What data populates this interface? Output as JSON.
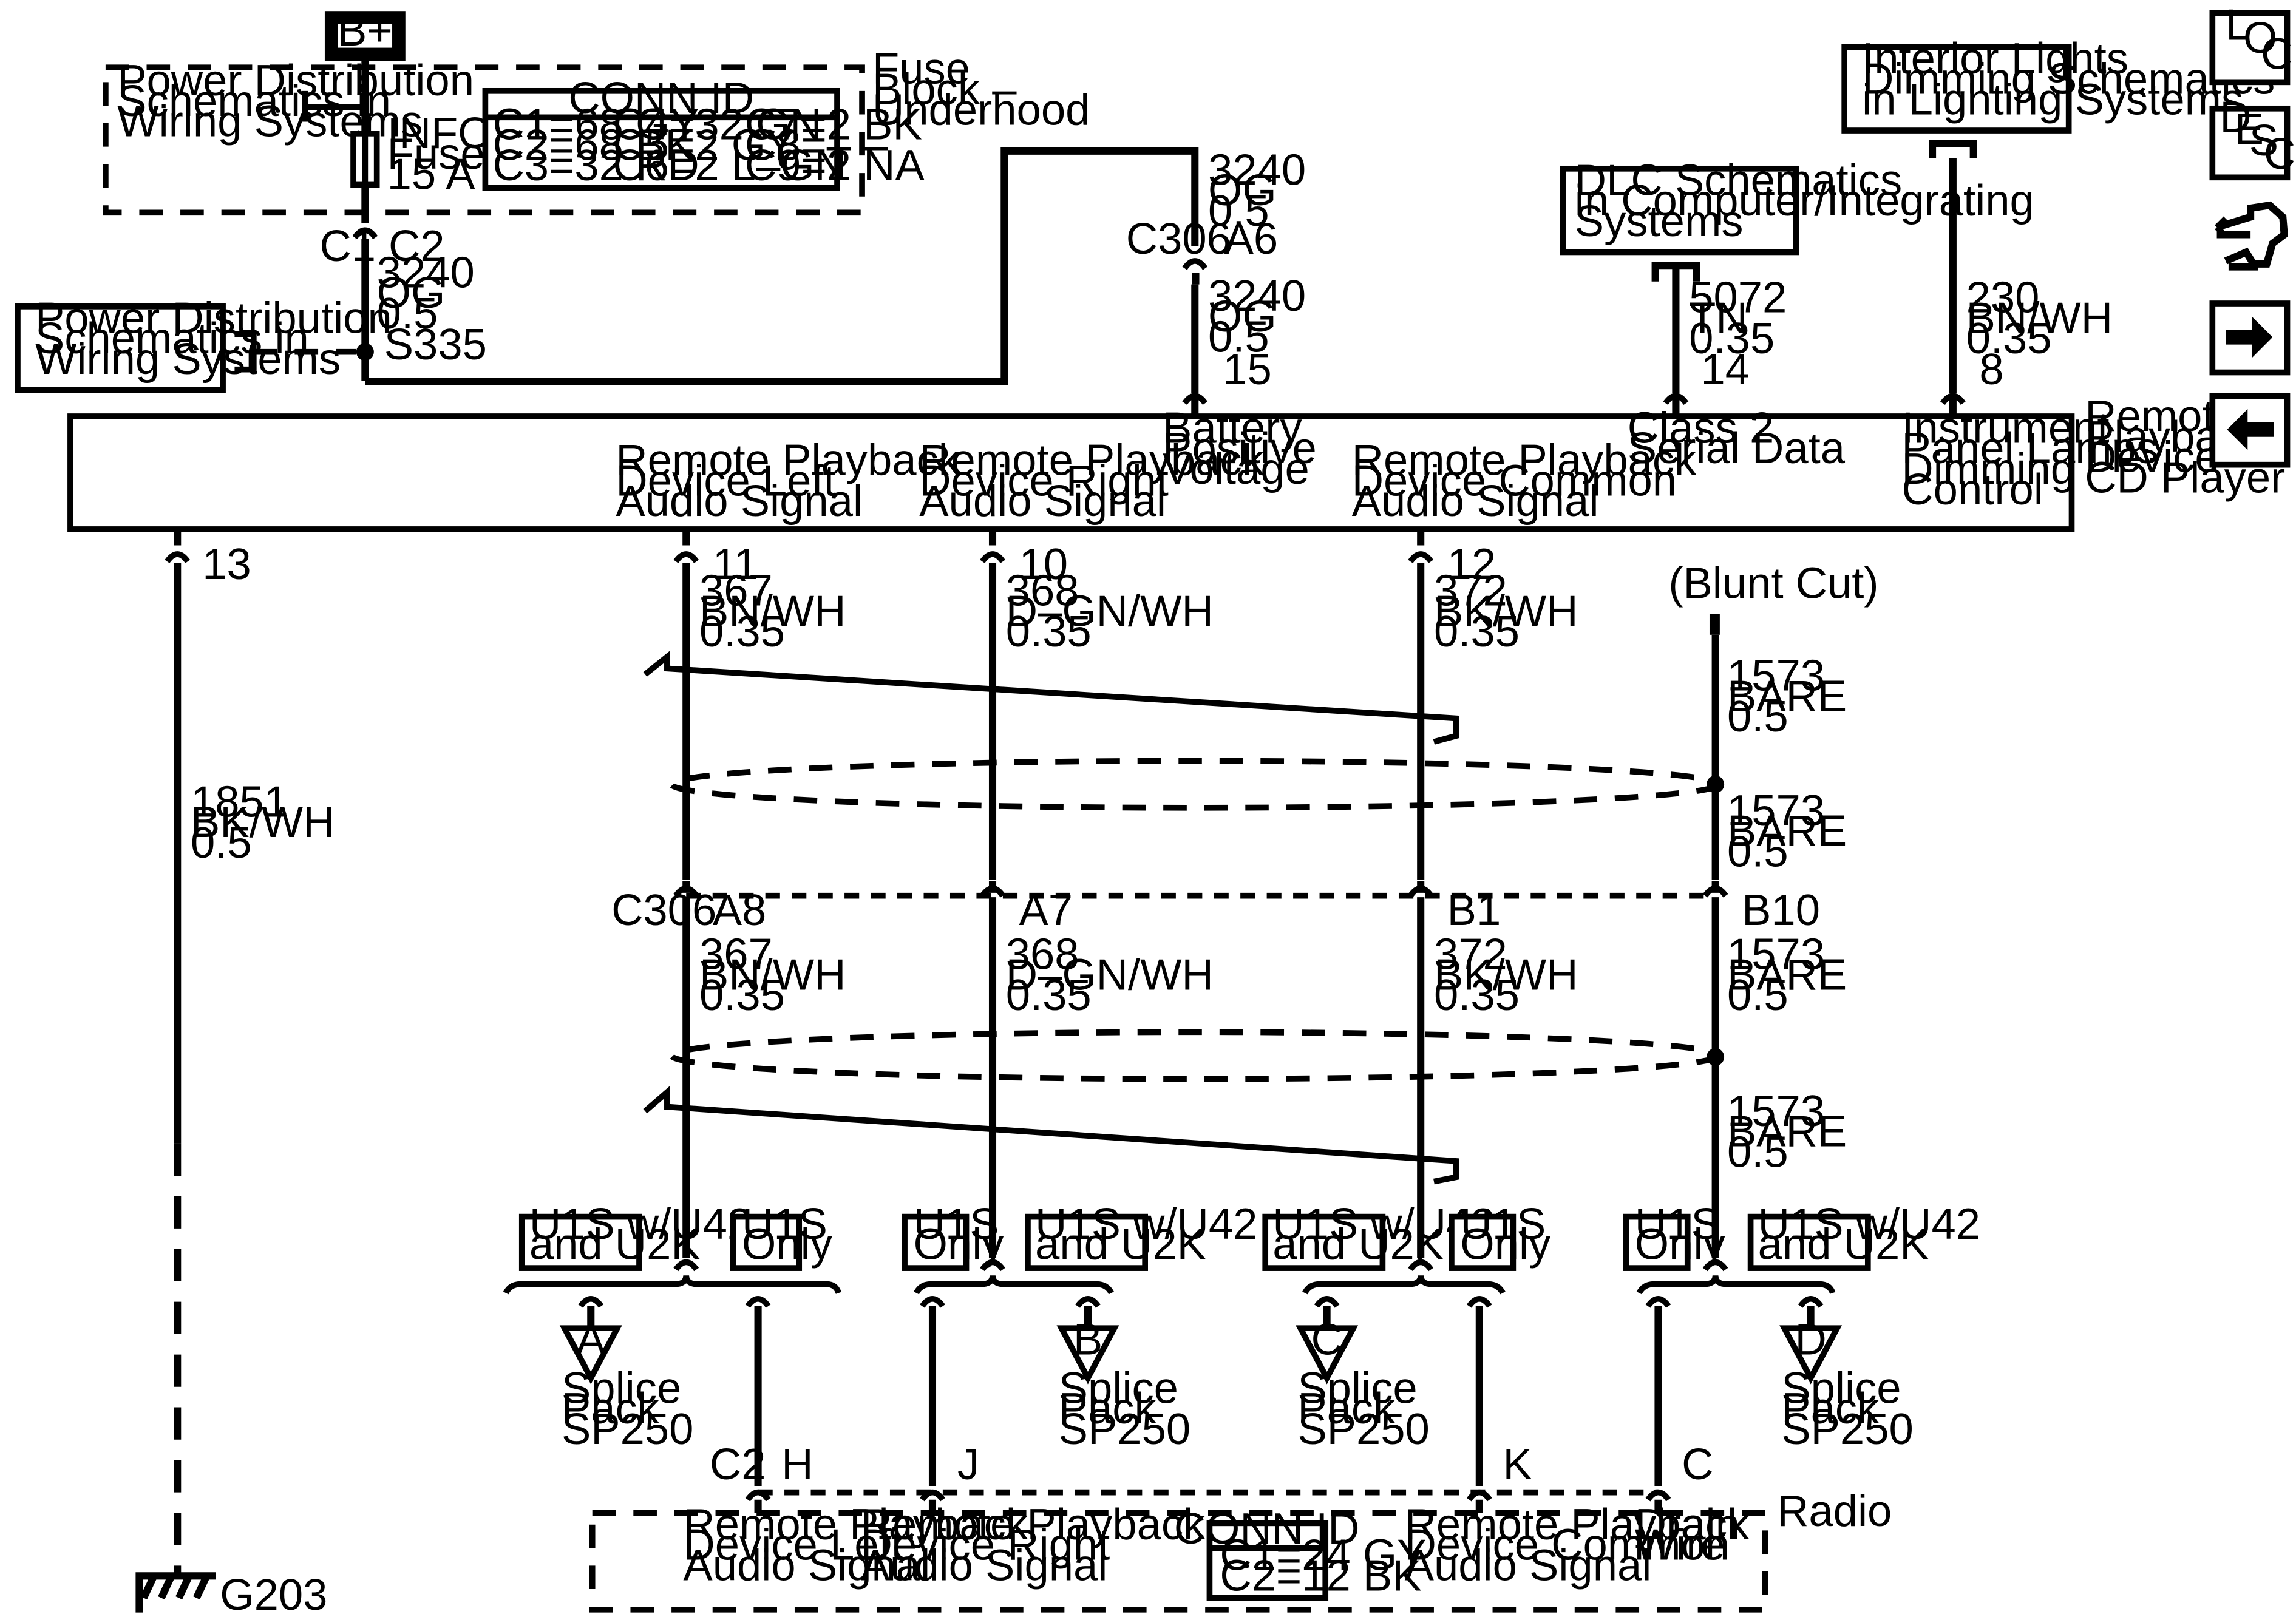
{
  "battery": "B+",
  "fuse_block": {
    "name": [
      "Fuse",
      "Block –",
      "Underhood"
    ],
    "power_ref": [
      "Power Distribution",
      "Schematics in",
      "Wiring Systems"
    ],
    "fuse": [
      "INFO",
      "Fuse",
      "15 A"
    ],
    "conn_id_title": "CONN ID",
    "conn_id_rows": [
      [
        "C1=68 GY",
        "C4=32 GN",
        "C7=2 BK"
      ],
      [
        "C2=68 BK",
        "C5=2 GY",
        "C8=– –"
      ],
      [
        "C3=32 RD",
        "C6=2 L–GN",
        "C9=2 NA"
      ]
    ],
    "c1": "C1",
    "c2": "C2"
  },
  "power_ref_2": [
    "Power Distribution",
    "Schematics in",
    "Wiring Systems"
  ],
  "wire_3240_upper": [
    "3240",
    "OG",
    "0.5"
  ],
  "splice_s335": "S335",
  "c306_top": {
    "conn": "C306",
    "pin": "A6"
  },
  "wire_3240_right_top": [
    "3240",
    "OG",
    "0.5"
  ],
  "wire_3240_right_bottom": [
    "3240",
    "OG",
    "0.5"
  ],
  "dlc_ref": [
    "DLC Schematics",
    "in Computer/Integrating",
    "Systems"
  ],
  "wire_5072": [
    "5072",
    "TN",
    "0.35"
  ],
  "interior_ref": [
    "Interior Lights",
    "Dimming Schematics",
    "in Lighting Systems"
  ],
  "wire_230": [
    "230",
    "BN/WH",
    "0.35"
  ],
  "module": {
    "name": [
      "Remote",
      "Playback",
      "Device –",
      "CD Player"
    ],
    "pins_top": [
      "15",
      "14",
      "8"
    ],
    "labels_top": [
      [
        "Battery",
        "Positive",
        "Voltage"
      ],
      [
        "Class 2",
        "Serial Data"
      ],
      [
        "Instrument",
        "Panel Lamps",
        "Dimming",
        "Control"
      ]
    ],
    "labels_bottom": [
      [
        "Remote Playback",
        "Device Left",
        "Audio Signal"
      ],
      [
        "Remote Playback",
        "Device Right",
        "Audio Signal"
      ],
      [
        "Remote Playback",
        "Device Common",
        "Audio Signal"
      ]
    ],
    "pins_bottom": [
      "13",
      "11",
      "10",
      "12"
    ]
  },
  "wire_1851": [
    "1851",
    "BK/WH",
    "0.5"
  ],
  "ground": "G203",
  "wires_upper": [
    [
      "367",
      "BN/WH",
      "0.35"
    ],
    [
      "368",
      "D–GN/WH",
      "0.35"
    ],
    [
      "372",
      "BK/WH",
      "0.35"
    ]
  ],
  "blunt_cut": "(Blunt Cut)",
  "drain_wire": [
    "1573",
    "BARE",
    "0.5"
  ],
  "c306_mid": {
    "conn": "C306",
    "pins": [
      "A8",
      "A7",
      "B1",
      "B10"
    ]
  },
  "wires_lower": [
    [
      "367",
      "BN/WH",
      "0.35"
    ],
    [
      "368",
      "D–GN/WH",
      "0.35"
    ],
    [
      "372",
      "BK/WH",
      "0.35"
    ]
  ],
  "options": {
    "u1s_u42": [
      "U1S w/U42",
      "and U2K"
    ],
    "u1s_only": [
      "U1S",
      "Only"
    ]
  },
  "splice_packs": [
    {
      "letter": "A",
      "label": [
        "Splice",
        "Pack",
        "SP250"
      ]
    },
    {
      "letter": "B",
      "label": [
        "Splice",
        "Pack",
        "SP250"
      ]
    },
    {
      "letter": "C",
      "label": [
        "Splice",
        "Pack",
        "SP250"
      ]
    },
    {
      "letter": "D",
      "label": [
        "Splice",
        "Pack",
        "SP250"
      ]
    }
  ],
  "radio": {
    "name": "Radio",
    "conn": "C2",
    "pins": [
      "H",
      "J",
      "K",
      "C"
    ],
    "labels": [
      [
        "Remote Playback",
        "Device Left",
        "Audio Signal"
      ],
      [
        "Remote Playback",
        "Device Right",
        "Audio Signal"
      ],
      [
        "Remote Playback",
        "Device Common",
        "Audio Signal"
      ],
      [
        "Drain",
        "Wire"
      ]
    ],
    "conn_id_title": "CONN ID",
    "conn_id_rows": [
      "C1=24 GY",
      "C2=12 BK"
    ]
  },
  "nav": {
    "loc": [
      "L",
      "O",
      "C"
    ],
    "desc": [
      "D",
      "E",
      "S",
      "C"
    ],
    "icons": [
      "connector-tool-icon",
      "arrow-right-icon",
      "arrow-left-icon"
    ]
  }
}
